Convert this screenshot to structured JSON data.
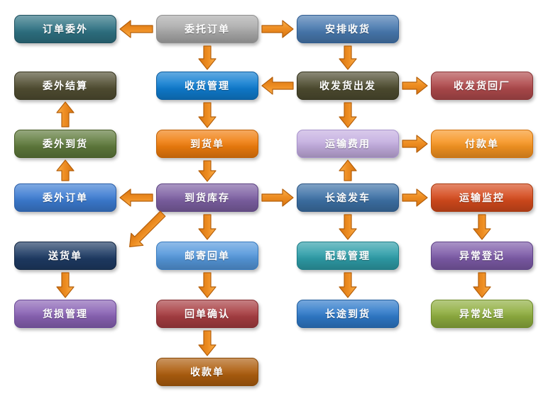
{
  "diagram": {
    "title": "logistics-process-flowchart",
    "background": "#ffffff",
    "arrow_style": {
      "fill_light": "#FBB04B",
      "fill_mid": "#EE8E23",
      "fill_dark": "#D87410",
      "outline": "#B55F0A"
    },
    "nodes": [
      {
        "id": "order-outsourcing",
        "label": "订单委外",
        "col": 0,
        "row": 0,
        "fill": "#2E7283",
        "border": "#1D505F"
      },
      {
        "id": "entrust-order",
        "label": "委托订单",
        "col": 1,
        "row": 0,
        "fill": "#ABABAB",
        "border": "#8F8F8F"
      },
      {
        "id": "arrange-receiving",
        "label": "安排收货",
        "col": 2,
        "row": 0,
        "fill": "#4879AF",
        "border": "#2F5C91"
      },
      {
        "id": "outsourcing-settlement",
        "label": "委外结算",
        "col": 0,
        "row": 1,
        "fill": "#514E32",
        "border": "#36341D"
      },
      {
        "id": "receiving-management",
        "label": "收货管理",
        "col": 1,
        "row": 1,
        "fill": "#0F7DD1",
        "border": "#0A5C9E"
      },
      {
        "id": "dispatch-departure",
        "label": "收发货出发",
        "col": 2,
        "row": 1,
        "fill": "#4E4C30",
        "border": "#33321B"
      },
      {
        "id": "dispatch-return",
        "label": "收发货回厂",
        "col": 3,
        "row": 1,
        "fill": "#B04A4C",
        "border": "#8A3335"
      },
      {
        "id": "outsourcing-arrival",
        "label": "委外到货",
        "col": 0,
        "row": 2,
        "fill": "#5F7A3C",
        "border": "#445922"
      },
      {
        "id": "arrival-note",
        "label": "到货单",
        "col": 1,
        "row": 2,
        "fill": "#F07D0D",
        "border": "#C05F02"
      },
      {
        "id": "transport-cost",
        "label": "运输费用",
        "col": 2,
        "row": 2,
        "fill": "#C4AEE0",
        "border": "#A893CC"
      },
      {
        "id": "payment-note",
        "label": "付款单",
        "col": 3,
        "row": 2,
        "fill": "#F79522",
        "border": "#D37109"
      },
      {
        "id": "outsourcing-order",
        "label": "委外订单",
        "col": 0,
        "row": 3,
        "fill": "#3C7CD2",
        "border": "#2A5EA9"
      },
      {
        "id": "arrival-inventory",
        "label": "到货库存",
        "col": 1,
        "row": 3,
        "fill": "#7D60A3",
        "border": "#5C4382"
      },
      {
        "id": "longhaul-departure",
        "label": "长途发车",
        "col": 2,
        "row": 3,
        "fill": "#3D71A6",
        "border": "#2A5482"
      },
      {
        "id": "transport-monitoring",
        "label": "运输监控",
        "col": 3,
        "row": 3,
        "fill": "#D54A1C",
        "border": "#A93A0F"
      },
      {
        "id": "delivery-note",
        "label": "送货单",
        "col": 0,
        "row": 4,
        "fill": "#1E3B64",
        "border": "#122643"
      },
      {
        "id": "mail-receipt",
        "label": "邮寄回单",
        "col": 1,
        "row": 4,
        "fill": "#5598DC",
        "border": "#3579BE"
      },
      {
        "id": "load-management",
        "label": "配载管理",
        "col": 2,
        "row": 4,
        "fill": "#2E9EA9",
        "border": "#1D7D87"
      },
      {
        "id": "exception-register",
        "label": "异常登记",
        "col": 3,
        "row": 4,
        "fill": "#7D5BA8",
        "border": "#5E4186"
      },
      {
        "id": "damage-management",
        "label": "货损管理",
        "col": 0,
        "row": 5,
        "fill": "#8A63B5",
        "border": "#684795"
      },
      {
        "id": "receipt-confirm",
        "label": "回单确认",
        "col": 1,
        "row": 5,
        "fill": "#A83E42",
        "border": "#822A2E"
      },
      {
        "id": "longhaul-arrival",
        "label": "长途到货",
        "col": 2,
        "row": 5,
        "fill": "#2F7ACA",
        "border": "#1F5C9D"
      },
      {
        "id": "exception-handling",
        "label": "异常处理",
        "col": 3,
        "row": 5,
        "fill": "#8FAE3F",
        "border": "#6E8A27"
      },
      {
        "id": "collection-note",
        "label": "收款单",
        "col": 1,
        "row": 6,
        "fill": "#AE5E0E",
        "border": "#884806"
      }
    ],
    "edges": [
      {
        "from": "entrust-order",
        "to": "order-outsourcing",
        "dir": "left"
      },
      {
        "from": "entrust-order",
        "to": "arrange-receiving",
        "dir": "right"
      },
      {
        "from": "entrust-order",
        "to": "receiving-management",
        "dir": "down"
      },
      {
        "from": "arrange-receiving",
        "to": "dispatch-departure",
        "dir": "down"
      },
      {
        "from": "dispatch-departure",
        "to": "receiving-management",
        "dir": "left"
      },
      {
        "from": "dispatch-departure",
        "to": "dispatch-return",
        "dir": "right"
      },
      {
        "from": "dispatch-departure",
        "to": "transport-cost",
        "dir": "down"
      },
      {
        "from": "receiving-management",
        "to": "arrival-note",
        "dir": "down"
      },
      {
        "from": "outsourcing-arrival",
        "to": "outsourcing-settlement",
        "dir": "up"
      },
      {
        "from": "transport-cost",
        "to": "payment-note",
        "dir": "right"
      },
      {
        "from": "arrival-note",
        "to": "arrival-inventory",
        "dir": "down"
      },
      {
        "from": "longhaul-departure",
        "to": "transport-cost",
        "dir": "up"
      },
      {
        "from": "outsourcing-order",
        "to": "outsourcing-arrival",
        "dir": "up"
      },
      {
        "from": "arrival-inventory",
        "to": "outsourcing-order",
        "dir": "left"
      },
      {
        "from": "arrival-inventory",
        "to": "longhaul-departure",
        "dir": "right"
      },
      {
        "from": "longhaul-departure",
        "to": "transport-monitoring",
        "dir": "right"
      },
      {
        "from": "arrival-inventory",
        "to": "delivery-note",
        "dir": "downleft"
      },
      {
        "from": "arrival-inventory",
        "to": "mail-receipt",
        "dir": "down"
      },
      {
        "from": "longhaul-departure",
        "to": "load-management",
        "dir": "down"
      },
      {
        "from": "transport-monitoring",
        "to": "exception-register",
        "dir": "down"
      },
      {
        "from": "delivery-note",
        "to": "damage-management",
        "dir": "down"
      },
      {
        "from": "mail-receipt",
        "to": "receipt-confirm",
        "dir": "down"
      },
      {
        "from": "load-management",
        "to": "longhaul-arrival",
        "dir": "down"
      },
      {
        "from": "exception-register",
        "to": "exception-handling",
        "dir": "down"
      },
      {
        "from": "receipt-confirm",
        "to": "collection-note",
        "dir": "down"
      }
    ]
  }
}
